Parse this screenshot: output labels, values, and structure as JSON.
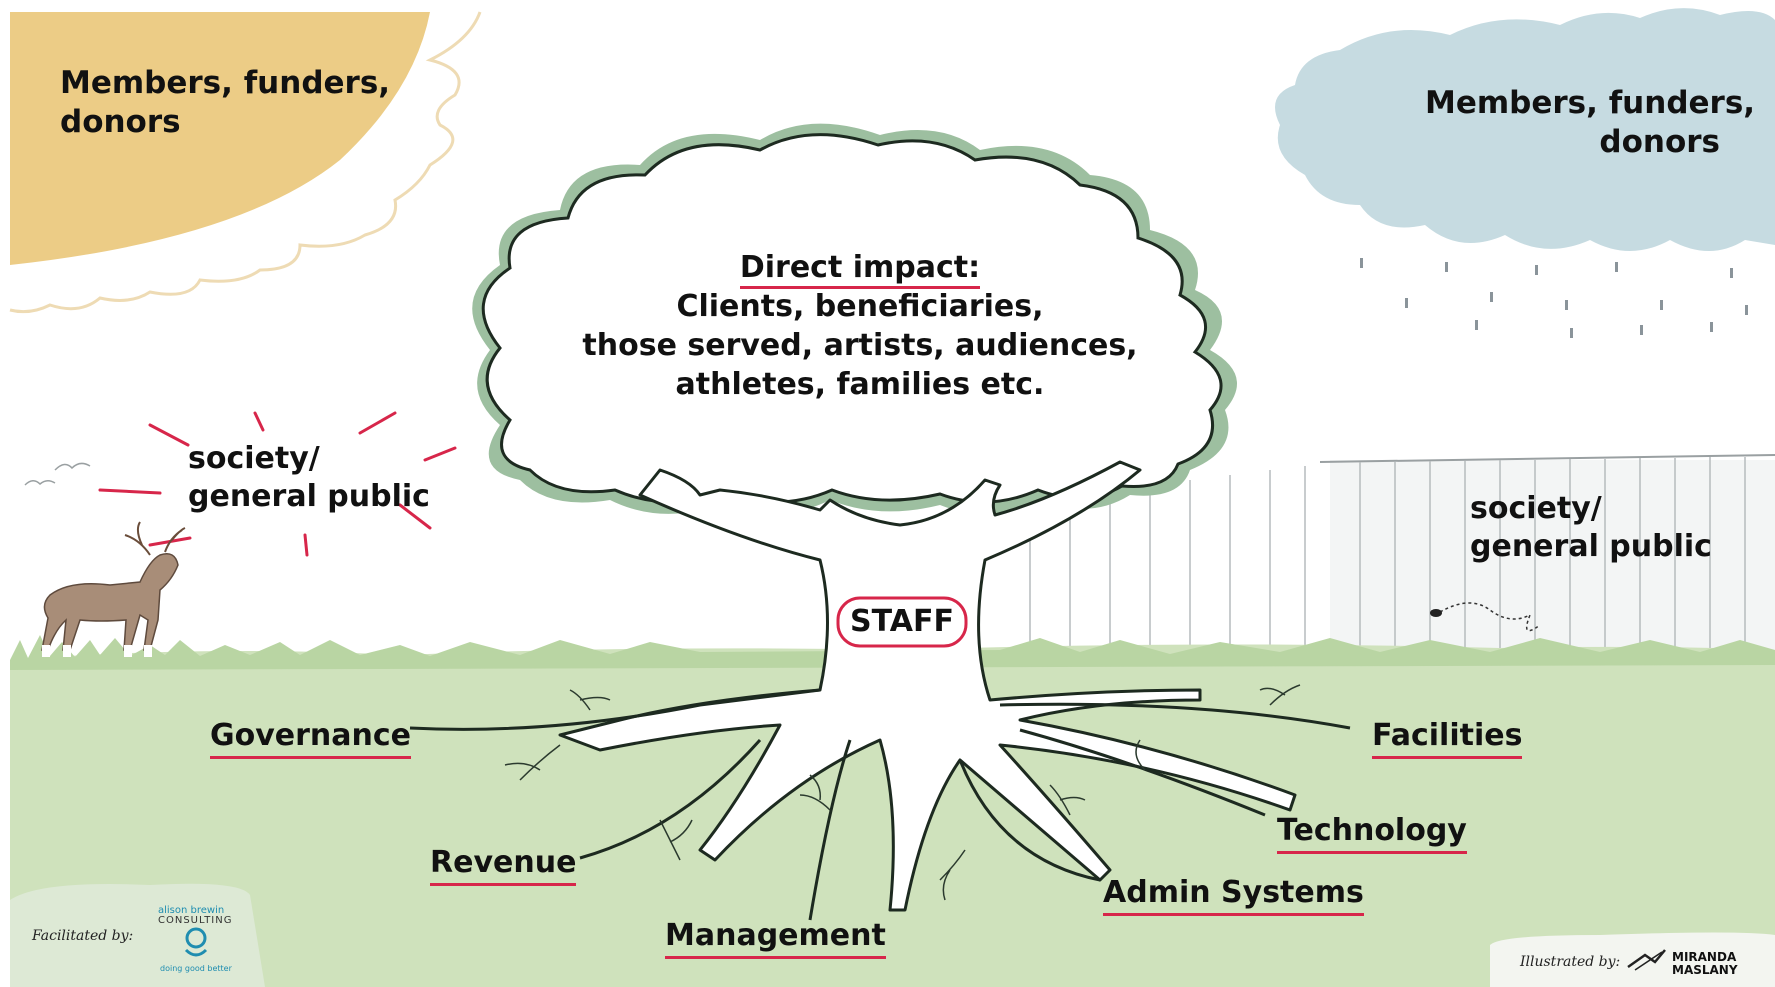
{
  "colors": {
    "sun": "#eccc86",
    "cloud": "#c6dbe1",
    "grass": "#cfe2bc",
    "canopy_shadow": "#9dbfa0",
    "underline": "#d7264a",
    "ink": "#111111",
    "deer": "#a88d78",
    "fence": "#e9ecec"
  },
  "sun_panel": {
    "text": [
      "Members, funders,",
      "donors"
    ]
  },
  "cloud_panel": {
    "text": [
      "Members, funders,",
      "donors"
    ]
  },
  "canopy": {
    "heading": "Direct impact:",
    "lines": [
      "Clients, beneficiaries,",
      "those served, artists, audiences,",
      "athletes, families etc."
    ]
  },
  "society_left": [
    "society/",
    "general public"
  ],
  "society_right": [
    "society/",
    "general public"
  ],
  "trunk": {
    "label": "STAFF"
  },
  "roots": {
    "governance": "Governance",
    "revenue": "Revenue",
    "management": "Management",
    "admin_systems": "Admin Systems",
    "technology": "Technology",
    "facilities": "Facilities"
  },
  "footer": {
    "facilitated_by": "Facilitated by:",
    "facilitator_logo": {
      "line1": "alison brewin",
      "line2": "CONSULTING",
      "tagline": "doing good better"
    },
    "illustrated_by": "Illustrated by:",
    "illustrator_logo": {
      "line1": "MIRANDA",
      "line2": "MASLANY"
    }
  }
}
